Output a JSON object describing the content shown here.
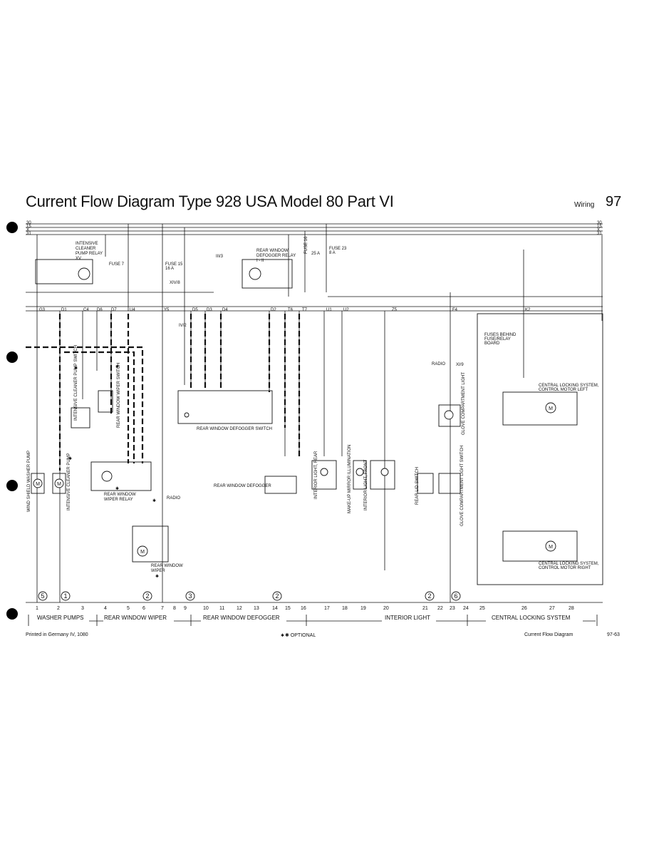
{
  "header": {
    "title": "Current Flow Diagram Type 928 USA   Model 80 Part VI",
    "section": "Wiring",
    "page": "97"
  },
  "bus_labels": [
    "30",
    "15",
    "X",
    "31"
  ],
  "connectors_top": [
    "G3",
    "D1",
    "C4",
    "D6",
    "D7",
    "U4",
    "Y5",
    "D5",
    "D3",
    "D4",
    "D2",
    "T6",
    "T7",
    "U1",
    "U2",
    "Z5",
    "F4",
    "K2"
  ],
  "fuses": {
    "fuse7": "FUSE 7",
    "fuse15": "FUSE 15",
    "fuse15_val": "16 A",
    "fuse23": "FUSE 23",
    "fuse23_val": "8 A",
    "fuse16": "FUSE 16",
    "fuse16_val": "25 A"
  },
  "relay_tags": {
    "iii13": "III/3",
    "iv12": "IV/2",
    "xiv8": "XIV/8",
    "xi9": "XI/9"
  },
  "labels": {
    "intensive_cleaner_relay": [
      "INTENSIVE",
      "CLEANER",
      "PUMP RELAY",
      "XV"
    ],
    "defogger_relay": [
      "REAR WINDOW",
      "DEFOGGER RELAY",
      "I - II"
    ],
    "defogger_switch": "REAR WINDOW DEFOGGER SWITCH",
    "defogger": "REAR WINDOW DEFOGGER",
    "wiper_relay": [
      "REAR WINDOW",
      "WIPER RELAY"
    ],
    "wiper": [
      "REAR WINDOW",
      "WIPER"
    ],
    "radio1": "RADIO",
    "radio2": "RADIO",
    "fuses_behind": [
      "FUSES BEHIND",
      "FUSE/RELAY",
      "BOARD"
    ],
    "locking_left": [
      "CENTRAL LOCKING SYSTEM,",
      "CONTROL MOTOR LEFT"
    ],
    "locking_right": [
      "CENTRAL LOCKING SYSTEM,",
      "CONTROL MOTOR RIGHT"
    ],
    "vertical": [
      "WIND SHIELD WASHER PUMP",
      "INTENSIVE CLEANER PUMP",
      "INTENSIVE CLEANER PUMP SWITCH",
      "REAR WINDOW WIPER SWITCH",
      "INTERIOR LIGHT, REAR",
      "MAKE-UP MIRROR ILLUMINATION",
      "INTERIOR LIGHT, FRONT",
      "REAR LID SWITCH",
      "GLOVE COMPARTMENT LIGHT",
      "GLOVE COMPARTMENT LIGHT SWITCH"
    ]
  },
  "ground_points": [
    "5",
    "1",
    "2",
    "3",
    "2",
    "2",
    "6"
  ],
  "grid_numbers": [
    "1",
    "2",
    "3",
    "4",
    "5",
    "6",
    "7",
    "8",
    "9",
    "10",
    "11",
    "12",
    "13",
    "14",
    "15",
    "16",
    "17",
    "18",
    "19",
    "20",
    "21",
    "22",
    "23",
    "24",
    "25",
    "26",
    "27",
    "28"
  ],
  "footer_groups": {
    "washer": "WASHER PUMPS",
    "wiper": "REAR WINDOW WIPER",
    "defogger": "REAR WINDOW DEFOGGER",
    "interior": "INTERIOR LIGHT",
    "locking": "CENTRAL LOCKING SYSTEM"
  },
  "footer": {
    "printed": "Printed in Germany  IV, 1080",
    "optional": "✱ OPTIONAL",
    "doc_title": "Current Flow Diagram",
    "doc_num": "97-63"
  },
  "icons": [
    "binding-hole-icon",
    "asterisk-icon",
    "motor-icon",
    "lamp-icon",
    "ground-icon"
  ]
}
